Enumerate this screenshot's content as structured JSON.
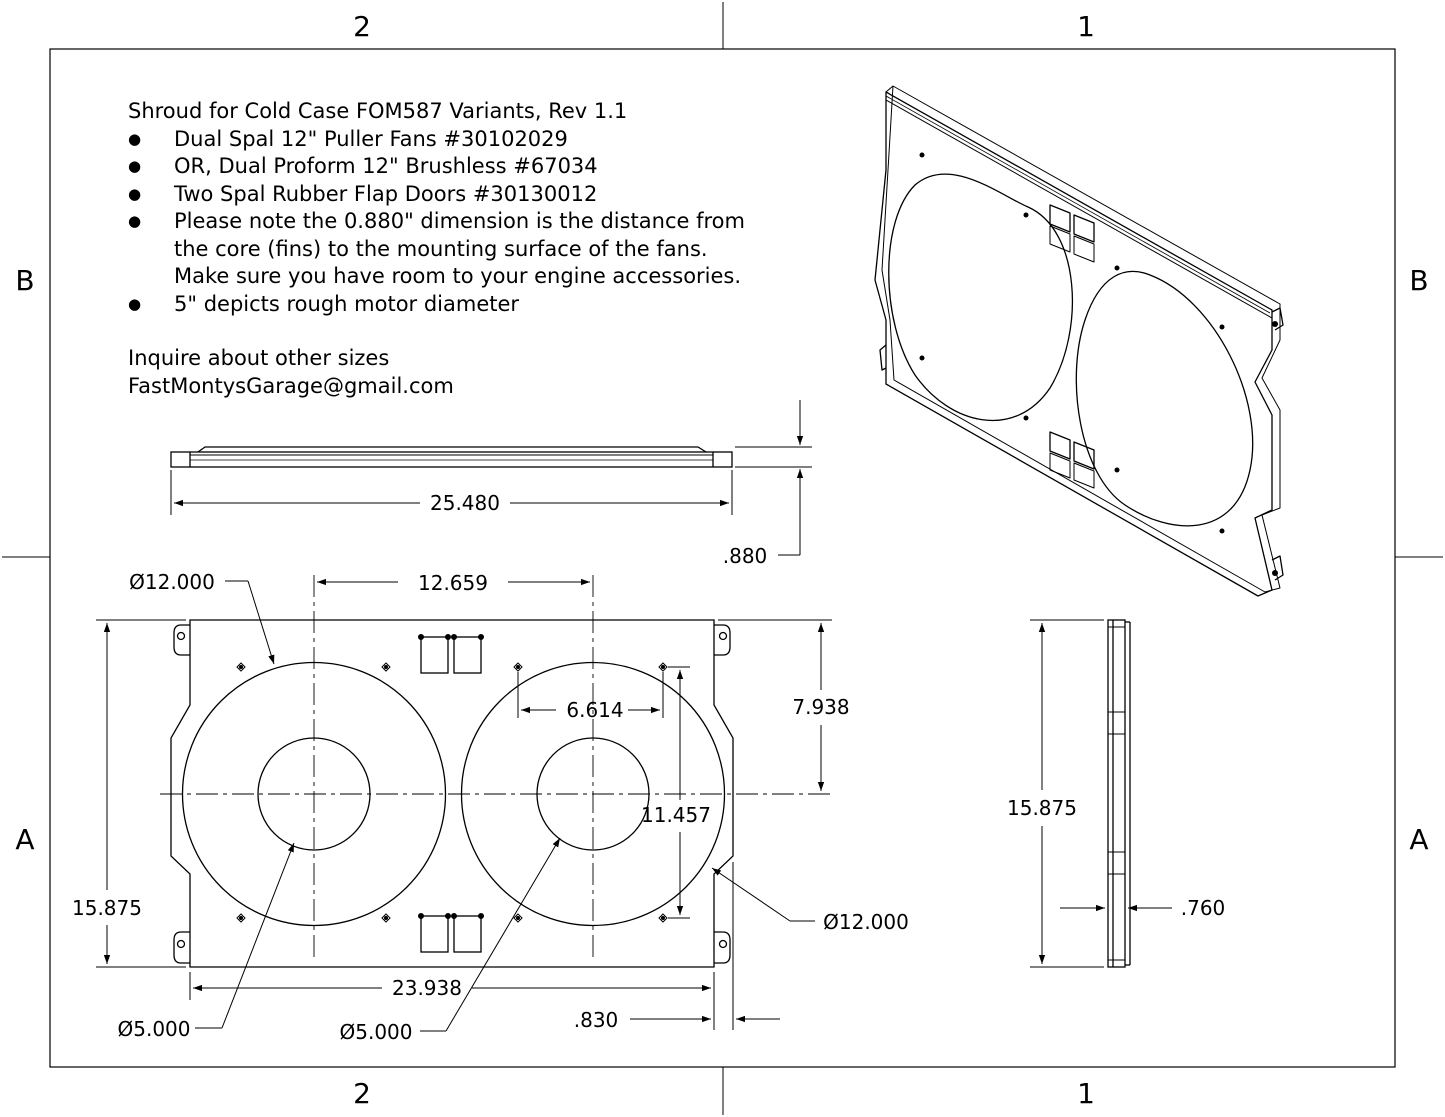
{
  "border": {
    "zones_top": [
      "2",
      "1"
    ],
    "zones_bottom": [
      "2",
      "1"
    ],
    "zones_left": [
      "B",
      "A"
    ],
    "zones_right": [
      "B",
      "A"
    ]
  },
  "notes": {
    "title": "Shroud for Cold Case FOM587 Variants, Rev 1.1",
    "bullets": [
      "Dual Spal 12\" Puller Fans #30102029",
      "OR, Dual Proform 12\" Brushless #67034",
      "Two Spal Rubber Flap Doors #30130012",
      "Please note the 0.880\" dimension is the distance from\nthe core (fins) to the mounting surface of the fans.\nMake sure you have room to your engine accessories.",
      "5\" depicts rough motor diameter"
    ],
    "inquire": "Inquire about other sizes",
    "email": "FastMontysGarage@gmail.com"
  },
  "dimensions": {
    "overall_width": "25.480",
    "depth": ".880",
    "fan_dia_left": "Ø12.000",
    "fan_spacing": "12.659",
    "hole_spacing": "6.614",
    "half_height": "7.938",
    "hole_vertical": "11.457",
    "fan_dia_right": "Ø12.000",
    "height_front": "15.875",
    "body_width": "23.938",
    "motor_dia_left": "Ø5.000",
    "motor_dia_right": "Ø5.000",
    "flange": ".830",
    "height_side": "15.875",
    "side_thickness": ".760"
  }
}
